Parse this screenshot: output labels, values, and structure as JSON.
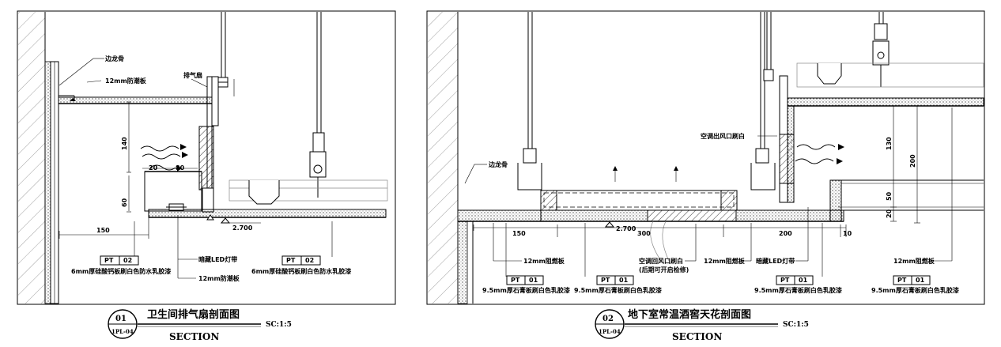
{
  "left": {
    "labels": {
      "keel": "边龙骨",
      "board_top": "12mm防潮板",
      "fan": "排气扇",
      "led": "暗藏LED灯带",
      "board_bottom": "12mm防潮板",
      "spec_left": "6mm厚硅酸钙板刷白色防水乳胶漆",
      "spec_right": "6mm厚硅酸钙板刷白色防水乳胶漆"
    },
    "dims": {
      "d140": "140",
      "d20": "20",
      "d80": "80",
      "d60": "60",
      "d150": "150",
      "elev": "2.700"
    },
    "tags": [
      {
        "code": "PT",
        "num": "02"
      },
      {
        "code": "PT",
        "num": "02"
      }
    ],
    "title": {
      "num": "01",
      "sheet": "1PL-04",
      "name": "卫生间排气扇剖面图",
      "section": "SECTION",
      "scale": "SC:1:5"
    }
  },
  "right": {
    "labels": {
      "keel": "边龙骨",
      "outlet": "空调出风口刷白",
      "board1": "12mm阻燃板",
      "return_air": "空调回风口刷白",
      "return_note": "(后期可开启检修)",
      "board2": "12mm阻燃板",
      "led": "暗藏LED灯带",
      "board3": "12mm阻燃板",
      "spec1": "9.5mm厚石膏板刷白色乳胶漆",
      "spec2": "9.5mm厚石膏板刷白色乳胶漆",
      "spec3": "9.5mm厚石膏板刷白色乳胶漆",
      "spec4": "9.5mm厚石膏板刷白色乳胶漆"
    },
    "dims": {
      "d150": "150",
      "d300": "300",
      "d200": "200",
      "d10": "10",
      "elev": "2.700",
      "v130": "130",
      "v200": "200",
      "v50": "50",
      "v20": "20"
    },
    "tags": [
      {
        "code": "PT",
        "num": "01"
      },
      {
        "code": "PT",
        "num": "01"
      },
      {
        "code": "PT",
        "num": "01"
      },
      {
        "code": "PT",
        "num": "01"
      }
    ],
    "title": {
      "num": "02",
      "sheet": "1PL-04",
      "name": "地下室常温酒窖天花剖面图",
      "section": "SECTION",
      "scale": "SC:1:5"
    }
  }
}
